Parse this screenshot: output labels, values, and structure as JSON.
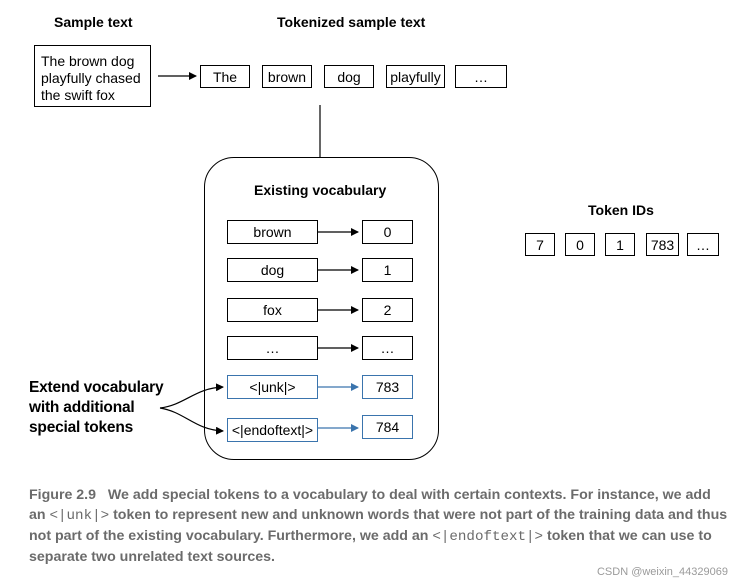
{
  "headers": {
    "sample_text": "Sample text",
    "tokenized_sample_text": "Tokenized sample text",
    "existing_vocabulary": "Existing vocabulary",
    "token_ids": "Token IDs"
  },
  "sample_text": {
    "lines": [
      "The brown dog",
      "playfully chased",
      "the swift fox"
    ]
  },
  "tokens": [
    "The",
    "brown",
    "dog",
    "playfully",
    "…"
  ],
  "vocabulary": [
    {
      "token": "brown",
      "id": "0"
    },
    {
      "token": "dog",
      "id": "1"
    },
    {
      "token": "fox",
      "id": "2"
    },
    {
      "token": "…",
      "id": "…"
    }
  ],
  "special_tokens": [
    {
      "token": "<|unk|>",
      "id": "783"
    },
    {
      "token": "<|endoftext|>",
      "id": "784"
    }
  ],
  "token_ids": [
    "7",
    "0",
    "1",
    "783",
    "…"
  ],
  "extend_label": {
    "lines": [
      "Extend vocabulary",
      "with additional",
      "special tokens"
    ]
  },
  "caption": {
    "figure": "Figure 2.9",
    "part1": "We add special tokens to a vocabulary to deal with certain contexts. For instance, we add an",
    "code1": "<|unk|>",
    "part2": "token to represent new and unknown words that were not part of the training data and thus not part of the existing vocabulary. Furthermore, we add an",
    "code2": "<|endoftext|>",
    "part3": "token that we can use to separate two unrelated text sources."
  },
  "watermark": "CSDN @weixin_44329069",
  "colors": {
    "special_border": "#3a74ad",
    "caption_text": "#6b6b6b"
  }
}
